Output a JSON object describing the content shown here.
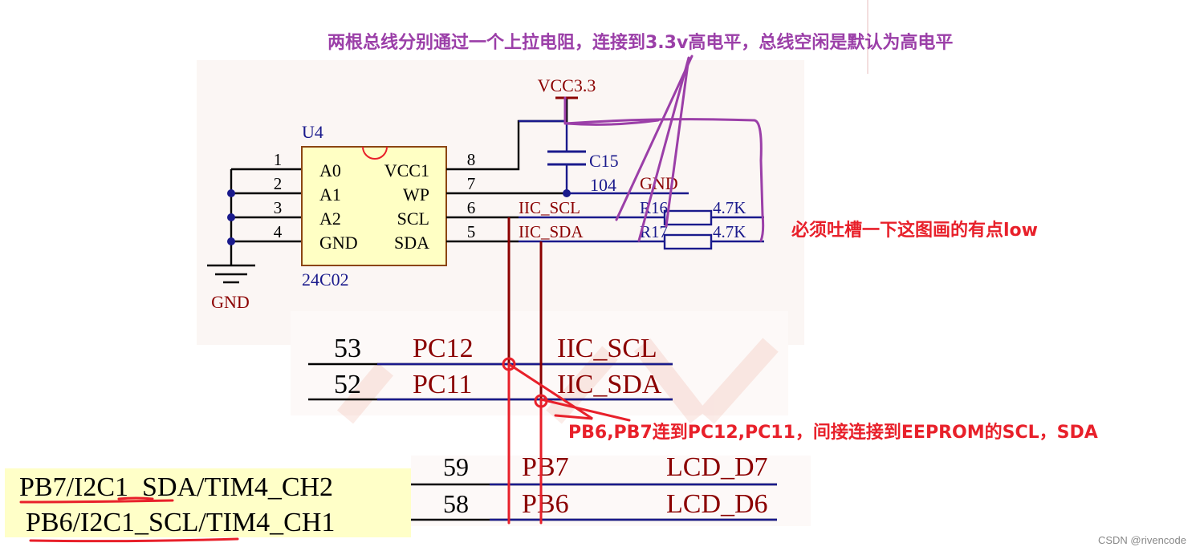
{
  "annotations": {
    "top_note": "两根总线分别通过一个上拉电阻，连接到3.3v高电平，总线空闲是默认为高电平",
    "right_note": "必须吐槽一下这图画的有点low",
    "bottom_note": "PB6,PB7连到PC12,PC11，间接连接到EEPROM的SCL，SDA"
  },
  "eeprom": {
    "designator": "U4",
    "part": "24C02",
    "pins_left": [
      {
        "num": "1",
        "name": "A0"
      },
      {
        "num": "2",
        "name": "A1"
      },
      {
        "num": "3",
        "name": "A2"
      },
      {
        "num": "4",
        "name": "GND"
      }
    ],
    "pins_right": [
      {
        "num": "8",
        "name": "VCC1"
      },
      {
        "num": "7",
        "name": "WP"
      },
      {
        "num": "6",
        "name": "SCL"
      },
      {
        "num": "5",
        "name": "SDA"
      }
    ]
  },
  "power": {
    "vcc": "VCC3.3",
    "gnd_symbol": "GND",
    "gnd_net": "GND"
  },
  "capacitor": {
    "designator": "C15",
    "value": "104"
  },
  "resistors": [
    {
      "designator": "R16",
      "value": "4.7K"
    },
    {
      "designator": "R17",
      "value": "4.7K"
    }
  ],
  "nets": {
    "scl": "IIC_SCL",
    "sda": "IIC_SDA"
  },
  "mcu_pc": [
    {
      "pin": "53",
      "port": "PC12",
      "net": "IIC_SCL"
    },
    {
      "pin": "52",
      "port": "PC11",
      "net": "IIC_SDA"
    }
  ],
  "mcu_pb": [
    {
      "pin": "59",
      "port": "PB7",
      "net": "LCD_D7"
    },
    {
      "pin": "58",
      "port": "PB6",
      "net": "LCD_D6"
    }
  ],
  "pin_functions": [
    "PB7/I2C1_SDA/TIM4_CH2",
    "PB6/I2C1_SCL/TIM4_CH1"
  ],
  "watermark": "CSDN @rivencode",
  "colors": {
    "wire": "#000000",
    "net_blue": "#1a1a8c",
    "label_dark_red": "#8b0000",
    "ic_fill": "#ffffc4",
    "pin_func_fill": "#ffffc8",
    "annotation_purple": "#9b3fa8",
    "annotation_red": "#e8202a",
    "dark_red_wire": "#8b0000",
    "bg_pink": "#fdf7f5"
  }
}
